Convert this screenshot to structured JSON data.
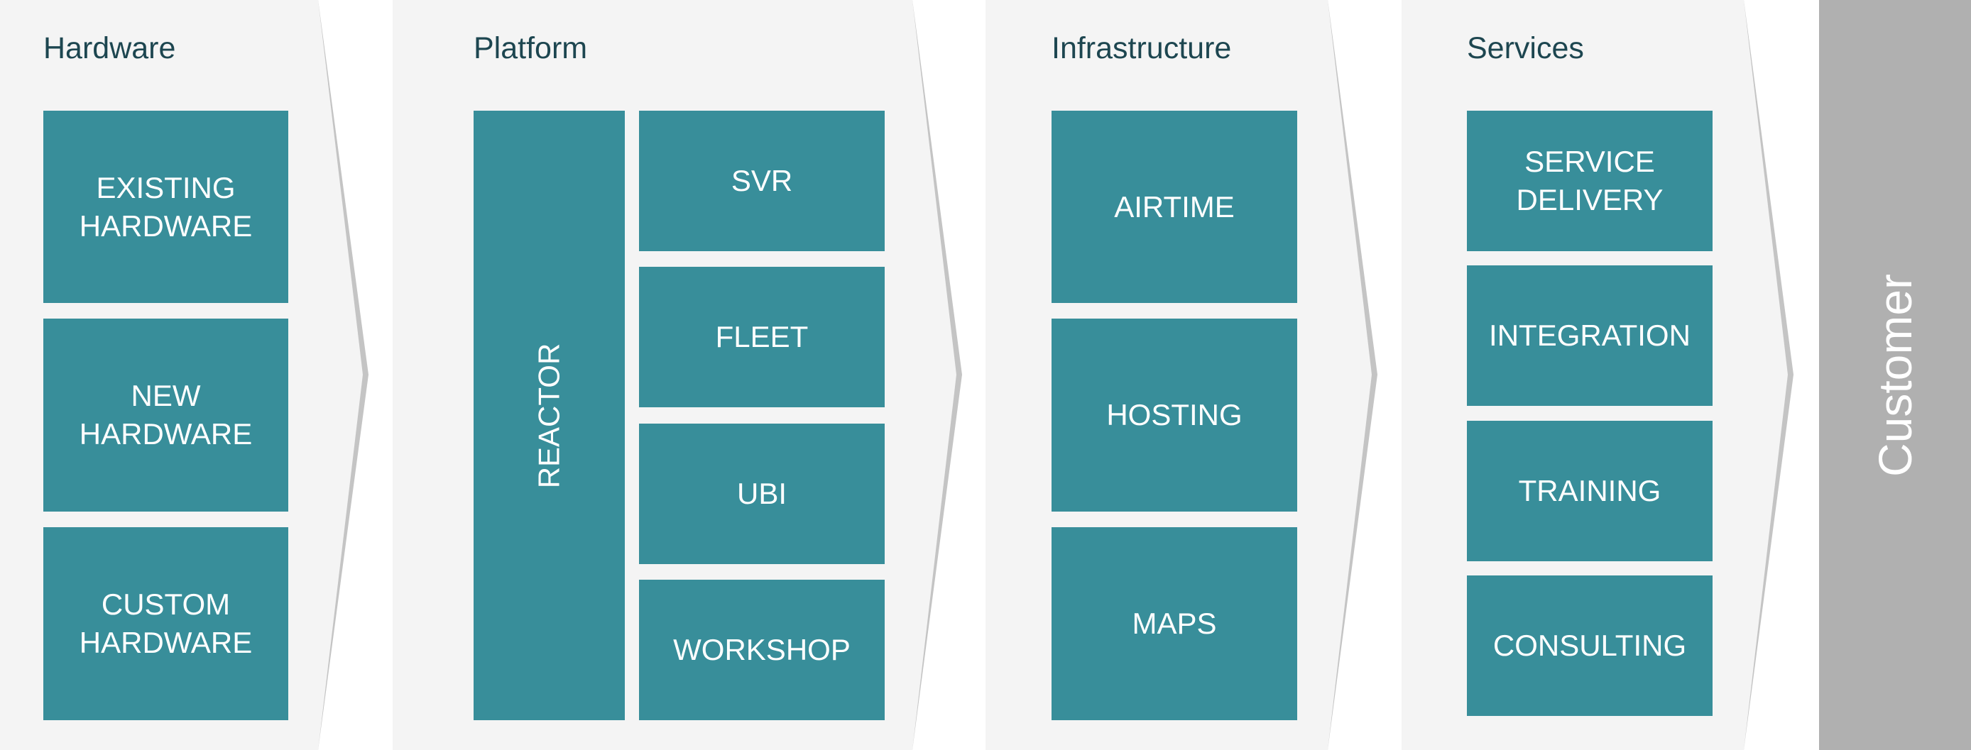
{
  "columns": [
    {
      "title": "Hardware",
      "items": [
        "EXISTING HARDWARE",
        "NEW HARDWARE",
        "CUSTOM HARDWARE"
      ]
    },
    {
      "title": "Platform",
      "reactor": "REACTOR",
      "items": [
        "SVR",
        "FLEET",
        "UBI",
        "WORKSHOP"
      ]
    },
    {
      "title": "Infrastructure",
      "items": [
        "AIRTIME",
        "HOSTING",
        "MAPS"
      ]
    },
    {
      "title": "Services",
      "items": [
        "SERVICE DELIVERY",
        "INTEGRATION",
        "TRAINING",
        "CONSULTING"
      ]
    }
  ],
  "customer": "Customer",
  "colors": {
    "box": "#388e9a",
    "panel": "#f4f4f4",
    "shadow": "#c4c4c4",
    "customer": "#b0b0b0",
    "title": "#1d4650"
  }
}
